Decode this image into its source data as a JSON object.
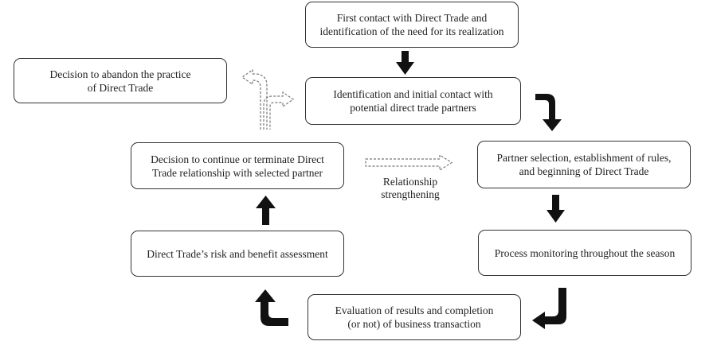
{
  "nodes": {
    "first_contact": "First contact with Direct Trade and\nidentification of the need for its realization",
    "identification": "Identification and initial contact with\npotential direct trade partners",
    "abandon": "Decision to abandon the practice\nof Direct Trade",
    "partner_selection": "Partner selection, establishment of rules,\nand beginning of Direct Trade",
    "continue_terminate": "Decision to continue or terminate Direct\nTrade relationship with selected partner",
    "process_monitoring": "Process monitoring throughout the season",
    "risk_assessment": "Direct Trade’s risk and benefit assessment",
    "evaluation": "Evaluation of results and completion\n(or not) of business transaction"
  },
  "labels": {
    "relationship": "Relationship\nstrengthening"
  },
  "colors": {
    "arrow": "#111111",
    "border": "#333333",
    "dashed": "#777777"
  }
}
